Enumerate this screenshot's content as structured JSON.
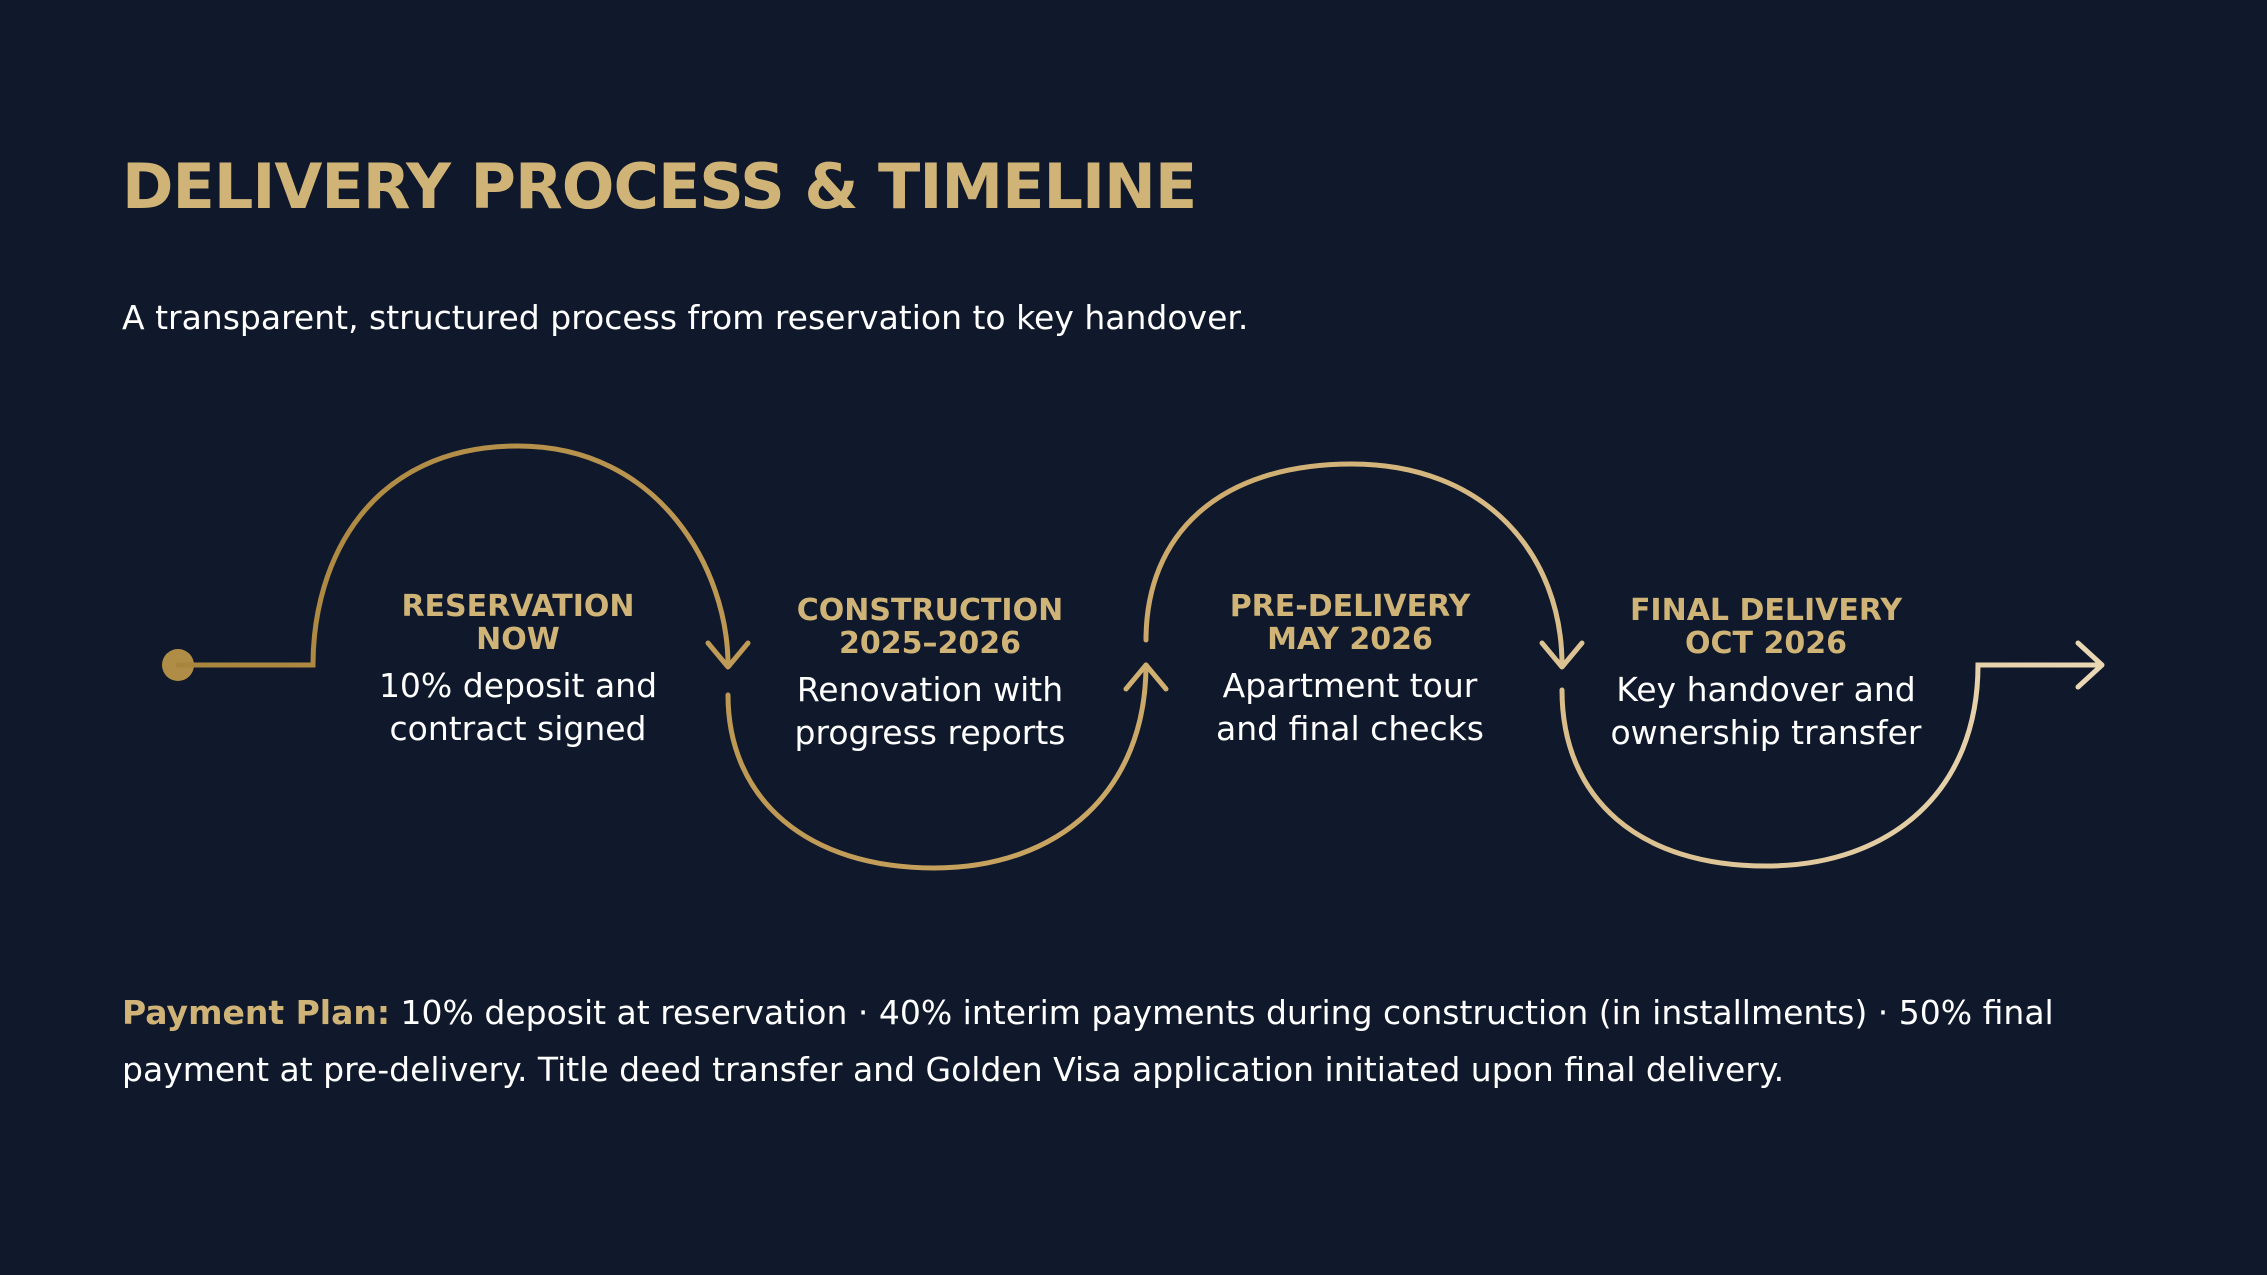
{
  "title": "DELIVERY PROCESS & TIMELINE",
  "subtitle": "A transparent, structured process from reservation to key handover.",
  "stages": [
    {
      "label_line1": "RESERVATION",
      "label_line2": "NOW",
      "desc_line1": "10% deposit and",
      "desc_line2": "contract signed"
    },
    {
      "label_line1": "CONSTRUCTION",
      "label_line2": "2025–2026",
      "desc_line1": "Renovation with",
      "desc_line2": "progress reports"
    },
    {
      "label_line1": "PRE-DELIVERY",
      "label_line2": "MAY 2026",
      "desc_line1": "Apartment tour",
      "desc_line2": "and final checks"
    },
    {
      "label_line1": "FINAL DELIVERY",
      "label_line2": "OCT 2026",
      "desc_line1": "Key handover and",
      "desc_line2": "ownership transfer"
    }
  ],
  "payment": {
    "label": "Payment Plan:",
    "text": " 10% deposit at reservation · 40% interim payments during construction (in installments) · 50% final payment at pre-delivery. Title deed transfer and Golden Visa application initiated upon final delivery."
  },
  "colors": {
    "background": "#0f192b",
    "accent": "#d0b477",
    "gradient_start": "#a8843c",
    "gradient_end": "#e8d3ae",
    "text": "#ffffff"
  }
}
